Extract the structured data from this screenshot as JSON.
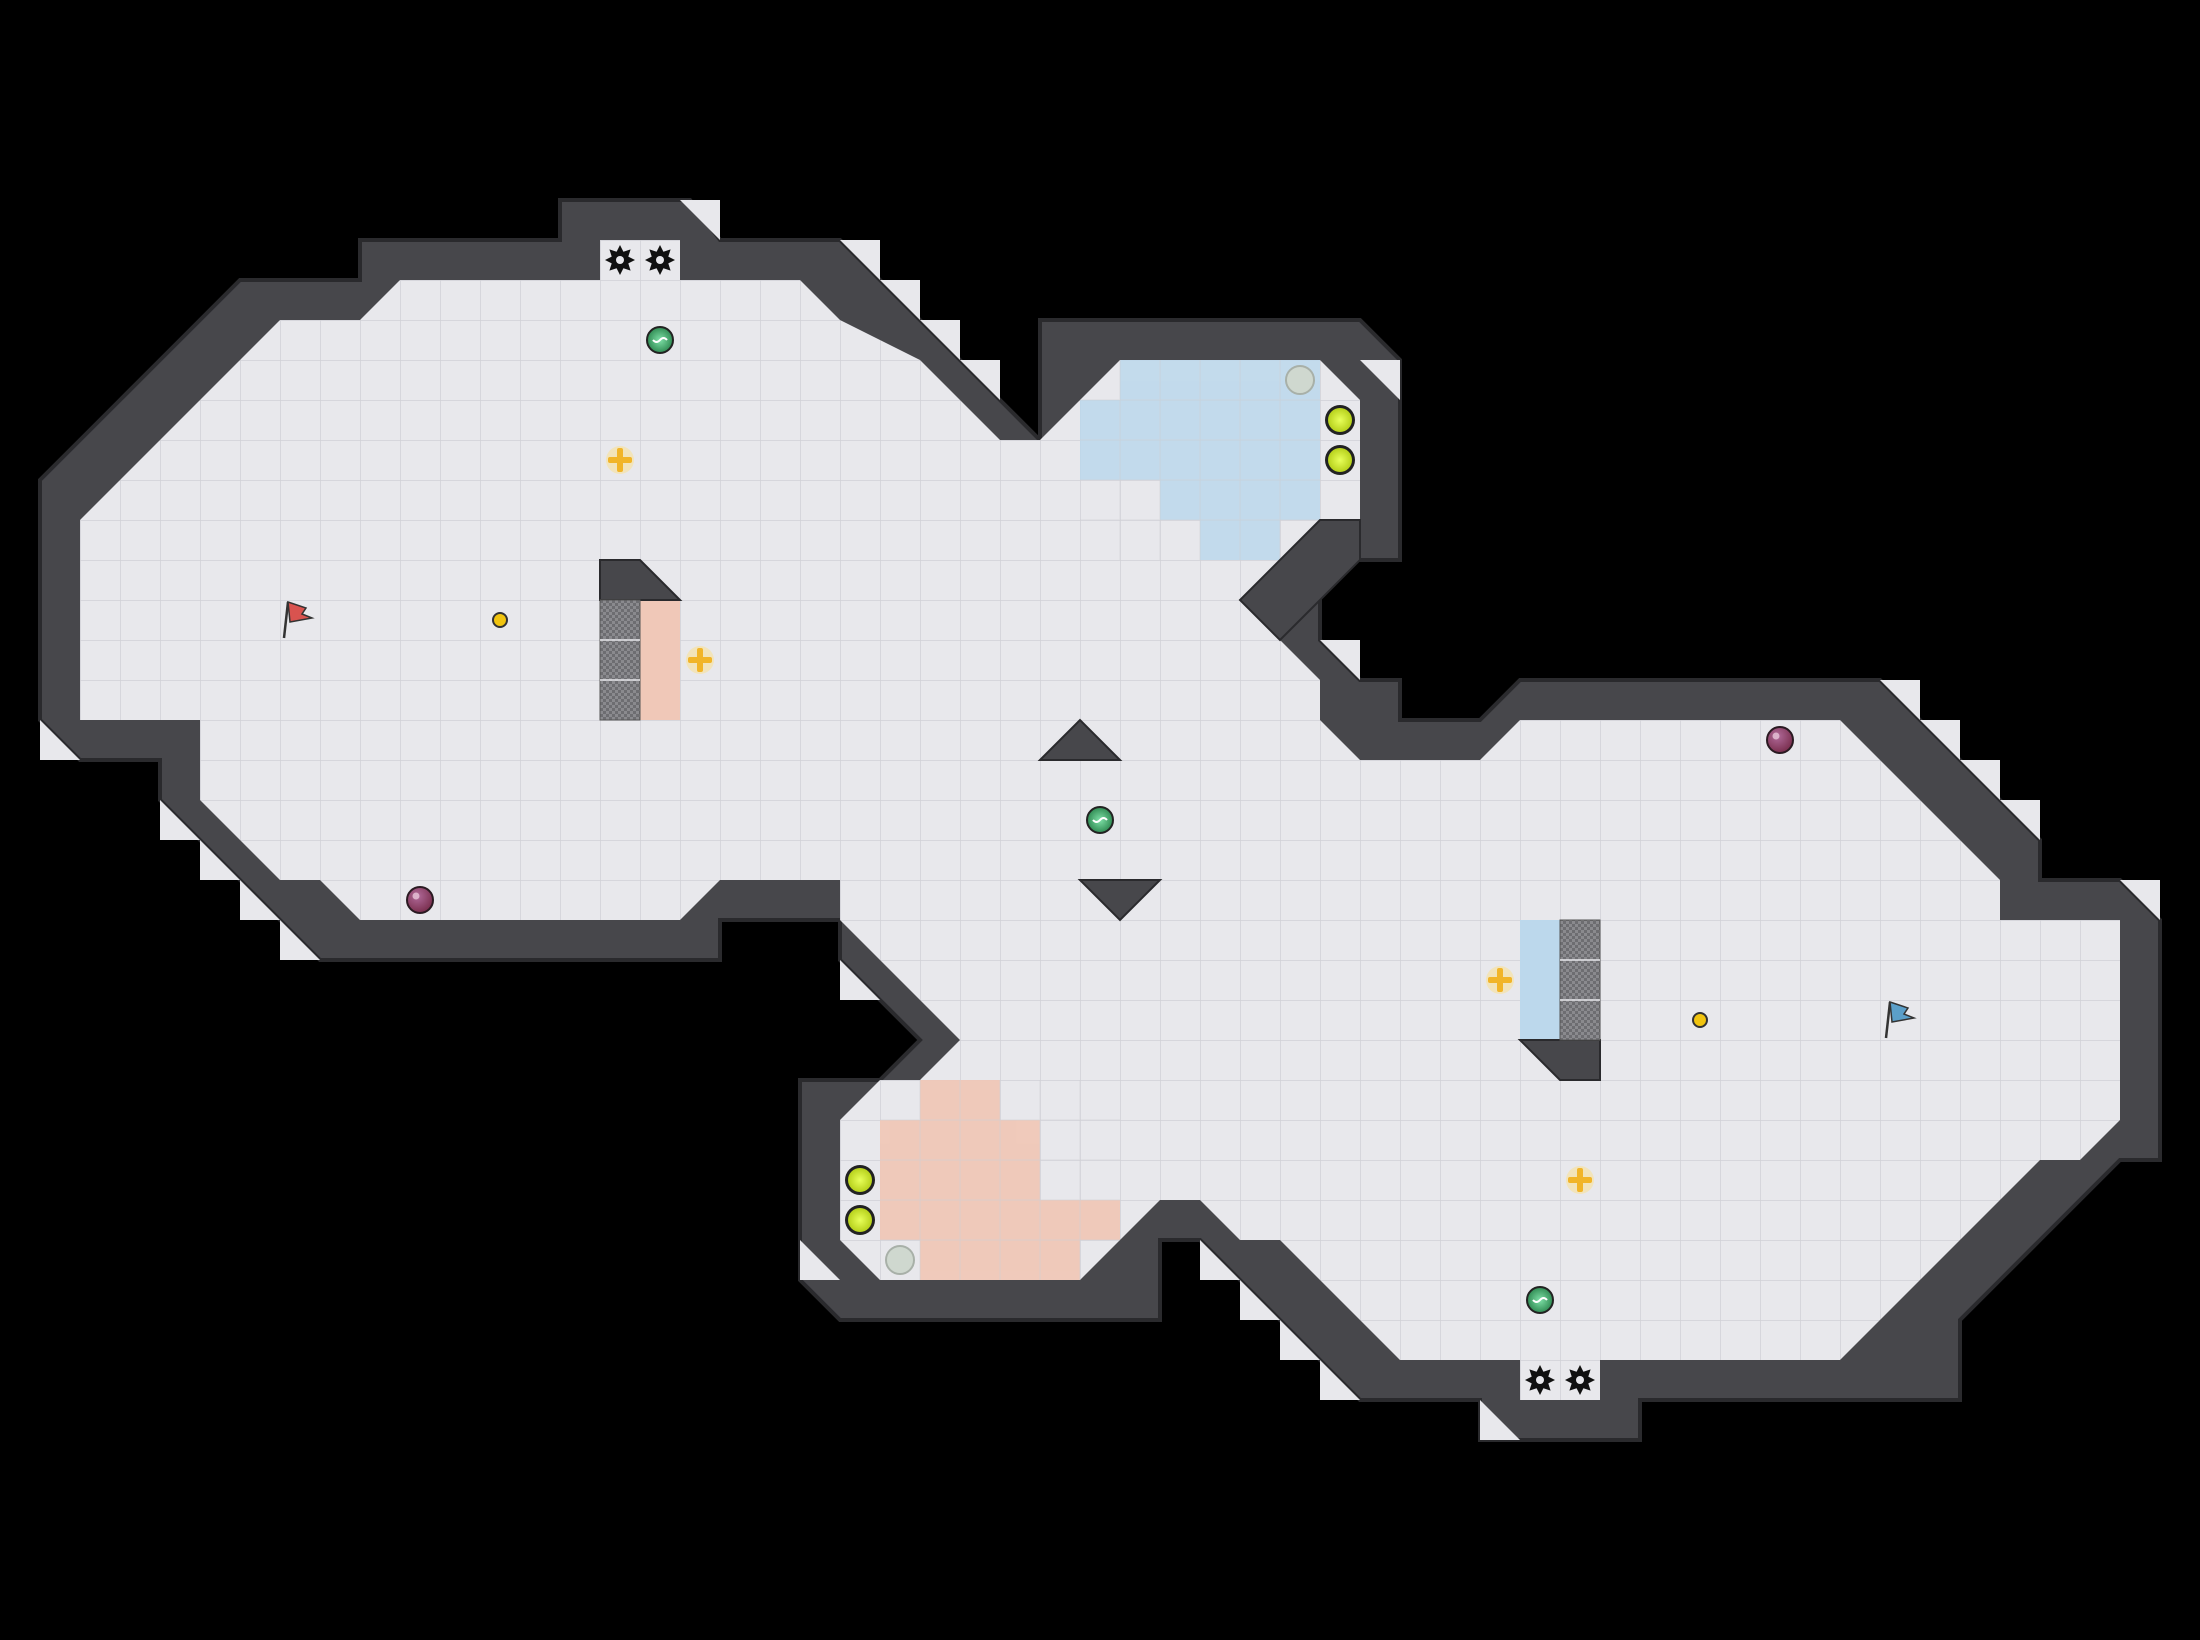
{
  "map": {
    "background": "#000000",
    "floor_color": "#e8e8ec",
    "grid_line_color": "#d0d0d6",
    "wall_color": "#47474b",
    "wall_edge_color": "#2a2a2d",
    "team_colors": {
      "red": "#d9534f",
      "blue": "#5b9fc9"
    },
    "zones": {
      "red_zone_color": "#f0c8b8",
      "blue_zone_color": "#bcd8ec"
    }
  },
  "entities": {
    "flags": [
      {
        "team": "red",
        "icon": "red-flag-icon"
      },
      {
        "team": "blue",
        "icon": "blue-flag-icon"
      }
    ],
    "spikes": {
      "icon": "spike-icon",
      "count": 4
    },
    "boosts": {
      "icon": "speed-boost-icon",
      "count": 4
    },
    "bombs": {
      "icon": "bomb-icon",
      "count": 2
    },
    "powerups": {
      "icon": "powerup-icon",
      "count": 3
    },
    "buttons": {
      "icon": "button-icon",
      "count": 2
    },
    "gates": {
      "icon": "gate-icon",
      "count": 2
    },
    "portals": {
      "icon": "portal-icon",
      "count": 4
    },
    "inactive_portals": {
      "icon": "inactive-portal-icon",
      "count": 2
    }
  }
}
